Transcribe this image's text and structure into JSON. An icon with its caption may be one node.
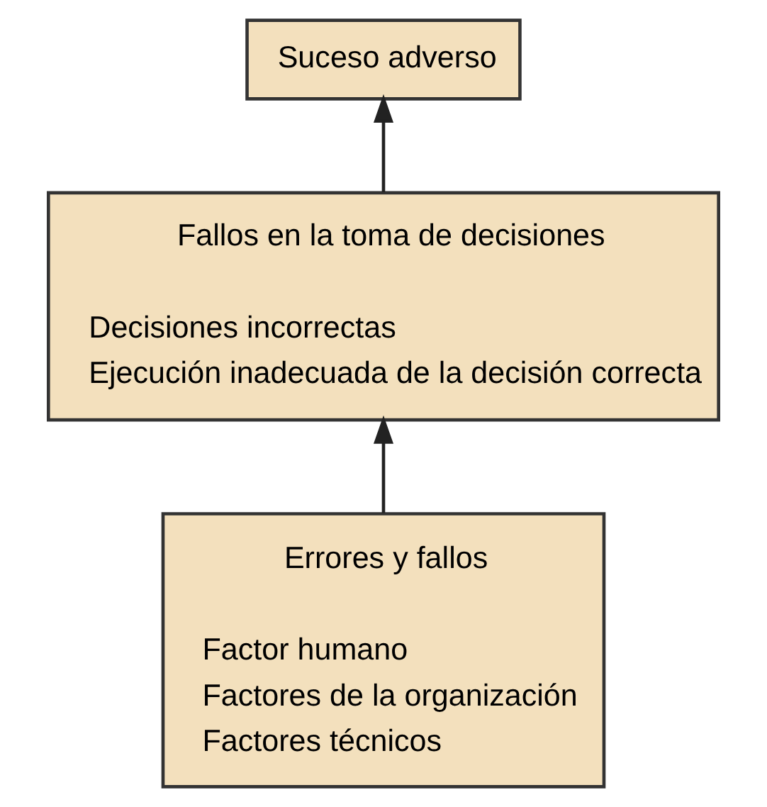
{
  "diagram": {
    "nodes": [
      {
        "text": [
          "Suceso adverso"
        ]
      },
      {
        "text": [
          "Fallos en la toma de decisiones",
          "Decisiones incorrectas",
          "Ejecución inadecuada de la decisión correcta"
        ]
      },
      {
        "text": [
          "Errores y fallos",
          "Factor humano",
          "Factores de la organización",
          "Factores técnicos"
        ]
      }
    ],
    "edges": [
      {
        "from": 1,
        "to": 0,
        "arrow": "to"
      },
      {
        "from": 2,
        "to": 1,
        "arrow": "to"
      }
    ]
  }
}
